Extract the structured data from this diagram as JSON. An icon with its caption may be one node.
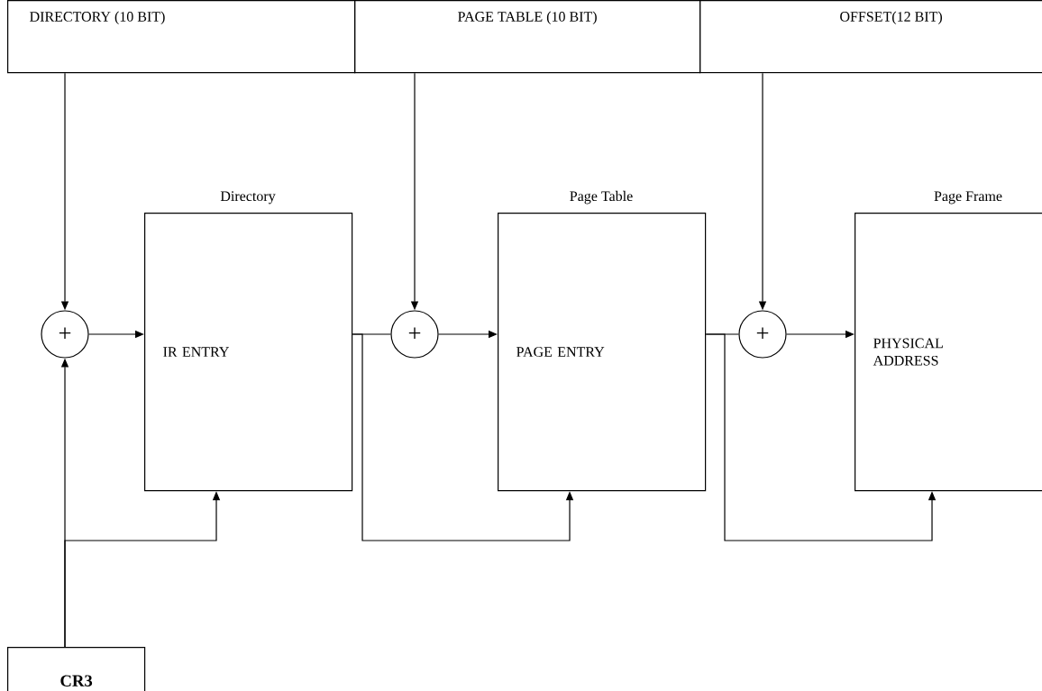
{
  "diagram": {
    "nodes": [
      {
        "text": [
          "DIRECTORY (10 BIT)"
        ]
      },
      {
        "text": [
          "PAGE TABLE (10 BIT)"
        ]
      },
      {
        "text": [
          "OFFSET(12 BIT)"
        ]
      },
      {
        "text": [
          "+"
        ]
      },
      {
        "text": [
          "Directory",
          "IR ENTRY"
        ]
      },
      {
        "text": [
          "+"
        ]
      },
      {
        "text": [
          "Page Table",
          "PAGE ENTRY"
        ]
      },
      {
        "text": [
          "+"
        ]
      },
      {
        "text": [
          "Page Frame",
          "PHYSICAL ADDRESS"
        ]
      },
      {
        "text": [
          "CR3"
        ]
      }
    ],
    "edges": [
      {
        "from": 0,
        "to": 3,
        "arrow": "to"
      },
      {
        "from": 3,
        "to": 4,
        "arrow": "to"
      },
      {
        "from": 9,
        "to": 3,
        "arrow": "to"
      },
      {
        "from": 9,
        "to": 4,
        "arrow": "to"
      },
      {
        "from": 1,
        "to": 5,
        "arrow": "to"
      },
      {
        "from": 4,
        "to": 5,
        "arrow": "none"
      },
      {
        "from": 4,
        "to": 6,
        "arrow": "to"
      },
      {
        "from": 5,
        "to": 6,
        "arrow": "to"
      },
      {
        "from": 2,
        "to": 7,
        "arrow": "to"
      },
      {
        "from": 6,
        "to": 7,
        "arrow": "none"
      },
      {
        "from": 6,
        "to": 8,
        "arrow": "to"
      },
      {
        "from": 7,
        "to": 8,
        "arrow": "to"
      }
    ]
  }
}
